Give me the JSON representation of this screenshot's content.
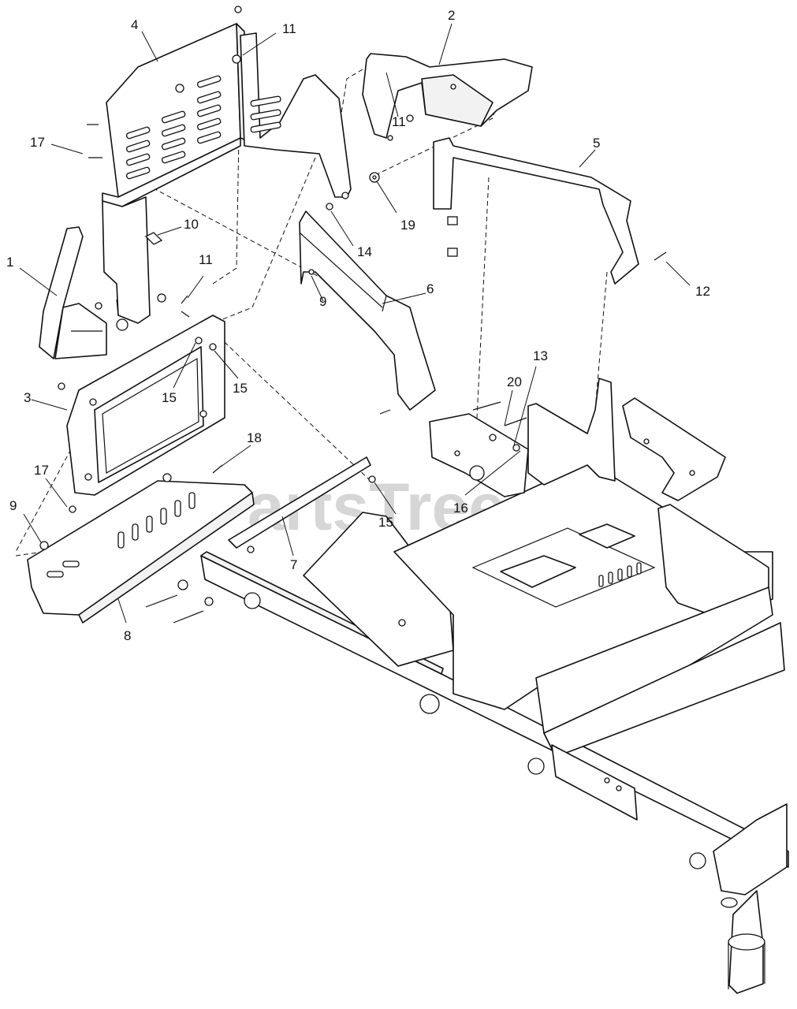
{
  "watermark": "PartsTree",
  "callouts": [
    {
      "id": "c4",
      "text": "4"
    },
    {
      "id": "c11a",
      "text": "11"
    },
    {
      "id": "c2",
      "text": "2"
    },
    {
      "id": "c11b",
      "text": "11"
    },
    {
      "id": "c5",
      "text": "5"
    },
    {
      "id": "c17a",
      "text": "17"
    },
    {
      "id": "c10",
      "text": "10"
    },
    {
      "id": "c19",
      "text": "19"
    },
    {
      "id": "c14",
      "text": "14"
    },
    {
      "id": "c1",
      "text": "1"
    },
    {
      "id": "c11c",
      "text": "11"
    },
    {
      "id": "c12",
      "text": "12"
    },
    {
      "id": "c9a",
      "text": "9"
    },
    {
      "id": "c6",
      "text": "6"
    },
    {
      "id": "c15a",
      "text": "15"
    },
    {
      "id": "c15b",
      "text": "15"
    },
    {
      "id": "c3",
      "text": "3"
    },
    {
      "id": "c13",
      "text": "13"
    },
    {
      "id": "c20",
      "text": "20"
    },
    {
      "id": "c18",
      "text": "18"
    },
    {
      "id": "c17b",
      "text": "17"
    },
    {
      "id": "c16",
      "text": "16"
    },
    {
      "id": "c15c",
      "text": "15"
    },
    {
      "id": "c9b",
      "text": "9"
    },
    {
      "id": "c7",
      "text": "7"
    },
    {
      "id": "c8",
      "text": "8"
    }
  ]
}
